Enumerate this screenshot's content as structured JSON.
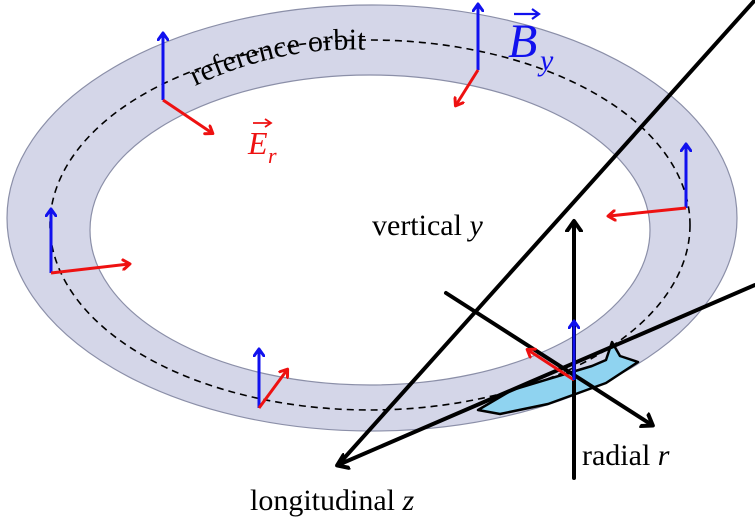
{
  "labels": {
    "reference_orbit": "reference orbit",
    "b_field_letter": "B",
    "b_field_sub": "y",
    "e_field_letter": "E",
    "e_field_sub": "r",
    "vertical_word": "vertical",
    "vertical_var": "y",
    "radial_word": "radial",
    "radial_var": "r",
    "longitudinal_word": "longitudinal",
    "longitudinal_var": "z"
  },
  "colors": {
    "ring_fill": "#d4d6e8",
    "ring_stroke": "#8b8fa8",
    "magnetic": "#1111ee",
    "electric": "#ee1111",
    "axes": "#000000",
    "bunch_fill": "#8fd3f0"
  }
}
